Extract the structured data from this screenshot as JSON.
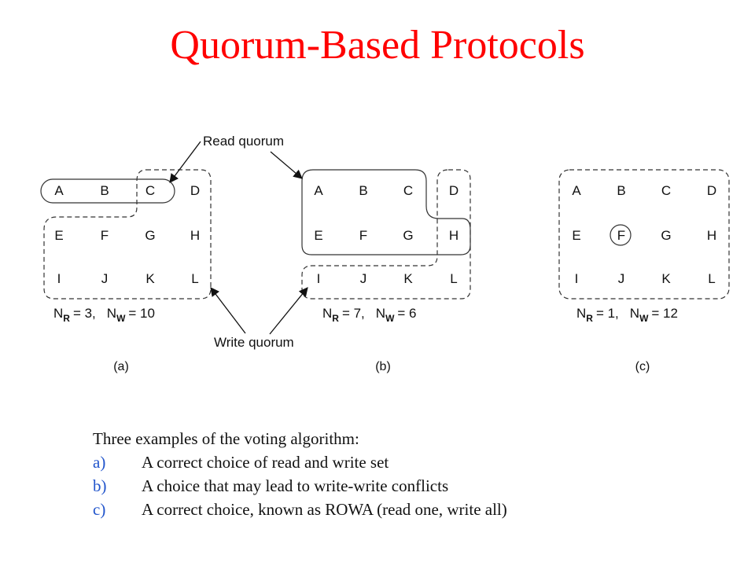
{
  "title": "Quorum-Based Protocols",
  "annotations": {
    "read_quorum": "Read quorum",
    "write_quorum": "Write quorum"
  },
  "panels": [
    {
      "label": "(a)",
      "grid": [
        [
          "A",
          "B",
          "C",
          "D"
        ],
        [
          "E",
          "F",
          "G",
          "H"
        ],
        [
          "I",
          "J",
          "K",
          "L"
        ]
      ],
      "formula": {
        "nr_base": "N",
        "nr_sub": "R",
        "nr_value": "= 3,",
        "nw_base": "N",
        "nw_sub": "W",
        "nw_value": "= 10"
      }
    },
    {
      "label": "(b)",
      "grid": [
        [
          "A",
          "B",
          "C",
          "D"
        ],
        [
          "E",
          "F",
          "G",
          "H"
        ],
        [
          "I",
          "J",
          "K",
          "L"
        ]
      ],
      "formula": {
        "nr_base": "N",
        "nr_sub": "R",
        "nr_value": "= 7,",
        "nw_base": "N",
        "nw_sub": "W",
        "nw_value": "= 6"
      }
    },
    {
      "label": "(c)",
      "grid": [
        [
          "A",
          "B",
          "C",
          "D"
        ],
        [
          "E",
          "F",
          "G",
          "H"
        ],
        [
          "I",
          "J",
          "K",
          "L"
        ]
      ],
      "formula": {
        "nr_base": "N",
        "nr_sub": "R",
        "nr_value": "= 1,",
        "nw_base": "N",
        "nw_sub": "W",
        "nw_value": "= 12"
      }
    }
  ],
  "caption": {
    "intro": "Three examples of the voting algorithm:",
    "items": [
      {
        "marker": "a)",
        "text": "A correct choice of read and write set"
      },
      {
        "marker": "b)",
        "text": "A choice that may lead to write-write conflicts"
      },
      {
        "marker": "c)",
        "text": "A correct choice, known as ROWA (read one, write all)"
      }
    ]
  },
  "colors": {
    "title": "#ff0000",
    "list_marker": "#2255cc"
  }
}
